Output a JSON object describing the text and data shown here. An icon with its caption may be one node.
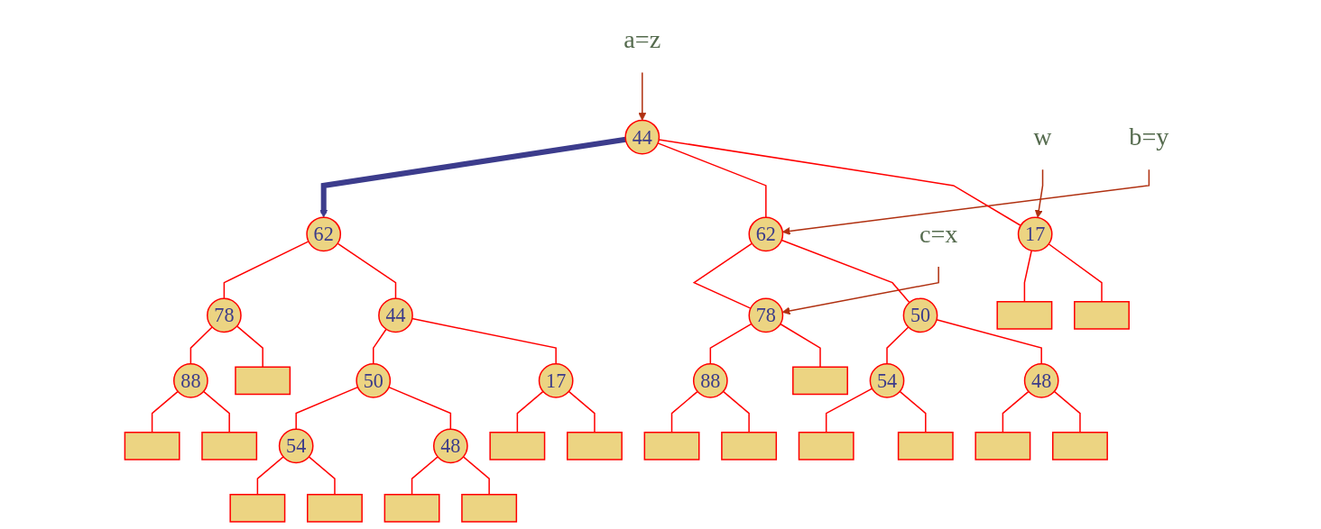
{
  "diagram": {
    "nodes": [
      {
        "text": [
          "a=z"
        ]
      },
      {
        "text": [
          "44"
        ]
      },
      {
        "text": [
          "w"
        ]
      },
      {
        "text": [
          "17"
        ]
      },
      {
        "text": [
          "62"
        ]
      },
      {
        "text": [
          "b=y"
        ]
      },
      {
        "text": [],
        "shape": "box"
      },
      {
        "text": [],
        "shape": "box"
      },
      {
        "text": [
          "50"
        ]
      },
      {
        "text": [
          "78"
        ]
      },
      {
        "text": [
          "c=x"
        ]
      },
      {
        "text": [],
        "shape": "box"
      },
      {
        "text": [
          "48"
        ]
      },
      {
        "text": [
          "54"
        ]
      },
      {
        "text": [
          "88"
        ]
      },
      {
        "text": [],
        "shape": "box"
      },
      {
        "text": [],
        "shape": "box"
      },
      {
        "text": [],
        "shape": "box"
      },
      {
        "text": [],
        "shape": "box"
      },
      {
        "text": [],
        "shape": "box"
      },
      {
        "text": [],
        "shape": "box"
      },
      {
        "text": [
          "62"
        ]
      },
      {
        "text": [
          "44"
        ]
      },
      {
        "text": [
          "78"
        ]
      },
      {
        "text": [],
        "shape": "box"
      },
      {
        "text": [
          "17"
        ]
      },
      {
        "text": [
          "50"
        ]
      },
      {
        "text": [
          "88"
        ]
      },
      {
        "text": [],
        "shape": "box"
      },
      {
        "text": [],
        "shape": "box"
      },
      {
        "text": [
          "48"
        ]
      },
      {
        "text": [
          "54"
        ]
      },
      {
        "text": [],
        "shape": "box"
      },
      {
        "text": [],
        "shape": "box"
      },
      {
        "text": [],
        "shape": "box"
      },
      {
        "text": [],
        "shape": "box"
      },
      {
        "text": [],
        "shape": "box"
      },
      {
        "text": [],
        "shape": "box"
      }
    ],
    "edges": [
      {
        "from": 0,
        "to": 1,
        "arrow": "to",
        "color": "#b03010"
      },
      {
        "from": 2,
        "to": 3,
        "arrow": "to",
        "color": "#b03010"
      },
      {
        "from": 5,
        "to": 4,
        "arrow": "to",
        "color": "#b03010"
      },
      {
        "from": 10,
        "to": 9,
        "arrow": "to",
        "color": "#b03010"
      },
      {
        "from": 1,
        "to": 3,
        "arrow": "none"
      },
      {
        "from": 1,
        "to": 4,
        "arrow": "none"
      },
      {
        "from": 3,
        "to": 6,
        "arrow": "none"
      },
      {
        "from": 3,
        "to": 7,
        "arrow": "none"
      },
      {
        "from": 4,
        "to": 8,
        "arrow": "none"
      },
      {
        "from": 4,
        "to": 9,
        "arrow": "none"
      },
      {
        "from": 8,
        "to": 12,
        "arrow": "none"
      },
      {
        "from": 8,
        "to": 13,
        "arrow": "none"
      },
      {
        "from": 9,
        "to": 11,
        "arrow": "none"
      },
      {
        "from": 9,
        "to": 14,
        "arrow": "none"
      },
      {
        "from": 12,
        "to": 15,
        "arrow": "none"
      },
      {
        "from": 12,
        "to": 16,
        "arrow": "none"
      },
      {
        "from": 13,
        "to": 17,
        "arrow": "none"
      },
      {
        "from": 13,
        "to": 18,
        "arrow": "none"
      },
      {
        "from": 14,
        "to": 19,
        "arrow": "none"
      },
      {
        "from": 14,
        "to": 20,
        "arrow": "none"
      },
      {
        "from": 1,
        "to": 21,
        "arrow": "to",
        "style": "thick",
        "color": "#3c3c8c"
      },
      {
        "from": 21,
        "to": 22,
        "arrow": "none"
      },
      {
        "from": 21,
        "to": 23,
        "arrow": "none"
      },
      {
        "from": 22,
        "to": 25,
        "arrow": "none"
      },
      {
        "from": 22,
        "to": 26,
        "arrow": "none"
      },
      {
        "from": 23,
        "to": 24,
        "arrow": "none"
      },
      {
        "from": 23,
        "to": 27,
        "arrow": "none"
      },
      {
        "from": 25,
        "to": 28,
        "arrow": "none"
      },
      {
        "from": 25,
        "to": 29,
        "arrow": "none"
      },
      {
        "from": 26,
        "to": 30,
        "arrow": "none"
      },
      {
        "from": 26,
        "to": 31,
        "arrow": "none"
      },
      {
        "from": 27,
        "to": 32,
        "arrow": "none"
      },
      {
        "from": 27,
        "to": 33,
        "arrow": "none"
      },
      {
        "from": 30,
        "to": 34,
        "arrow": "none"
      },
      {
        "from": 30,
        "to": 35,
        "arrow": "none"
      },
      {
        "from": 31,
        "to": 36,
        "arrow": "none"
      },
      {
        "from": 31,
        "to": 37,
        "arrow": "none"
      }
    ]
  }
}
